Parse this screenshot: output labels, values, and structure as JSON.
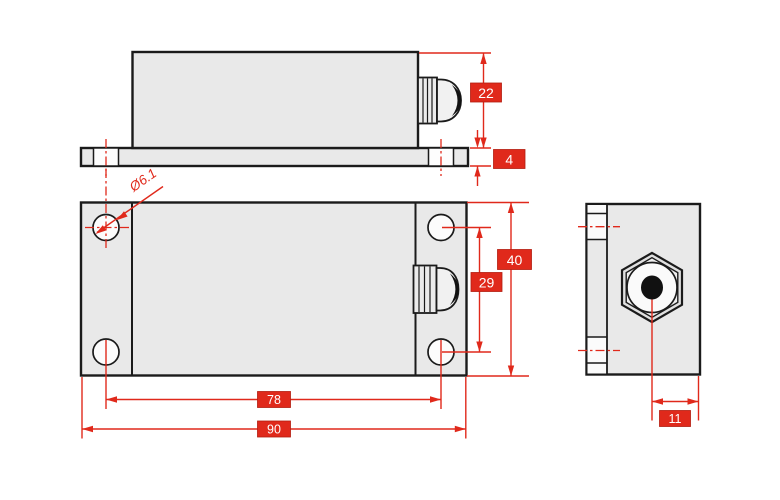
{
  "dimensions": {
    "body_height_mm": "22",
    "flange_thickness_mm": "4",
    "hole_diameter": "Ø6.1",
    "overall_height_mm": "40",
    "hole_vertical_spacing_mm": "29",
    "hole_horizontal_spacing_mm": "78",
    "overall_length_mm": "90",
    "gland_offset_mm": "11"
  },
  "colors": {
    "dimension_accent": "#e0291b",
    "part_fill": "#e9e9e9",
    "outline": "#1b1b1b",
    "label_text": "#ffffff",
    "background": "#ffffff"
  }
}
